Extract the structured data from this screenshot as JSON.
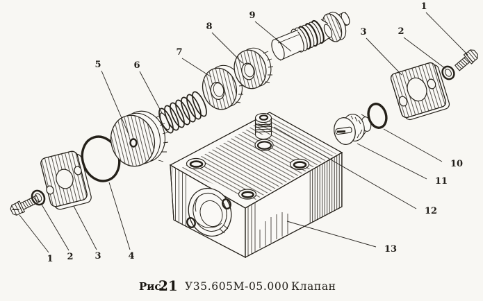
{
  "figure_caption": {
    "label": "Рис.",
    "number": "21",
    "code": "У35.605М-05.000",
    "name": "Клапан"
  },
  "callouts": {
    "top": [
      "5",
      "6",
      "7",
      "8",
      "9"
    ],
    "top_right": [
      "3",
      "2",
      "1"
    ],
    "right_side": [
      "10",
      "11",
      "12",
      "13"
    ],
    "bottom_left": [
      "1",
      "2",
      "3",
      "4"
    ]
  },
  "colors": {
    "paper": "#f8f7f3",
    "ink": "#242019",
    "hatch": "#3a362f"
  }
}
